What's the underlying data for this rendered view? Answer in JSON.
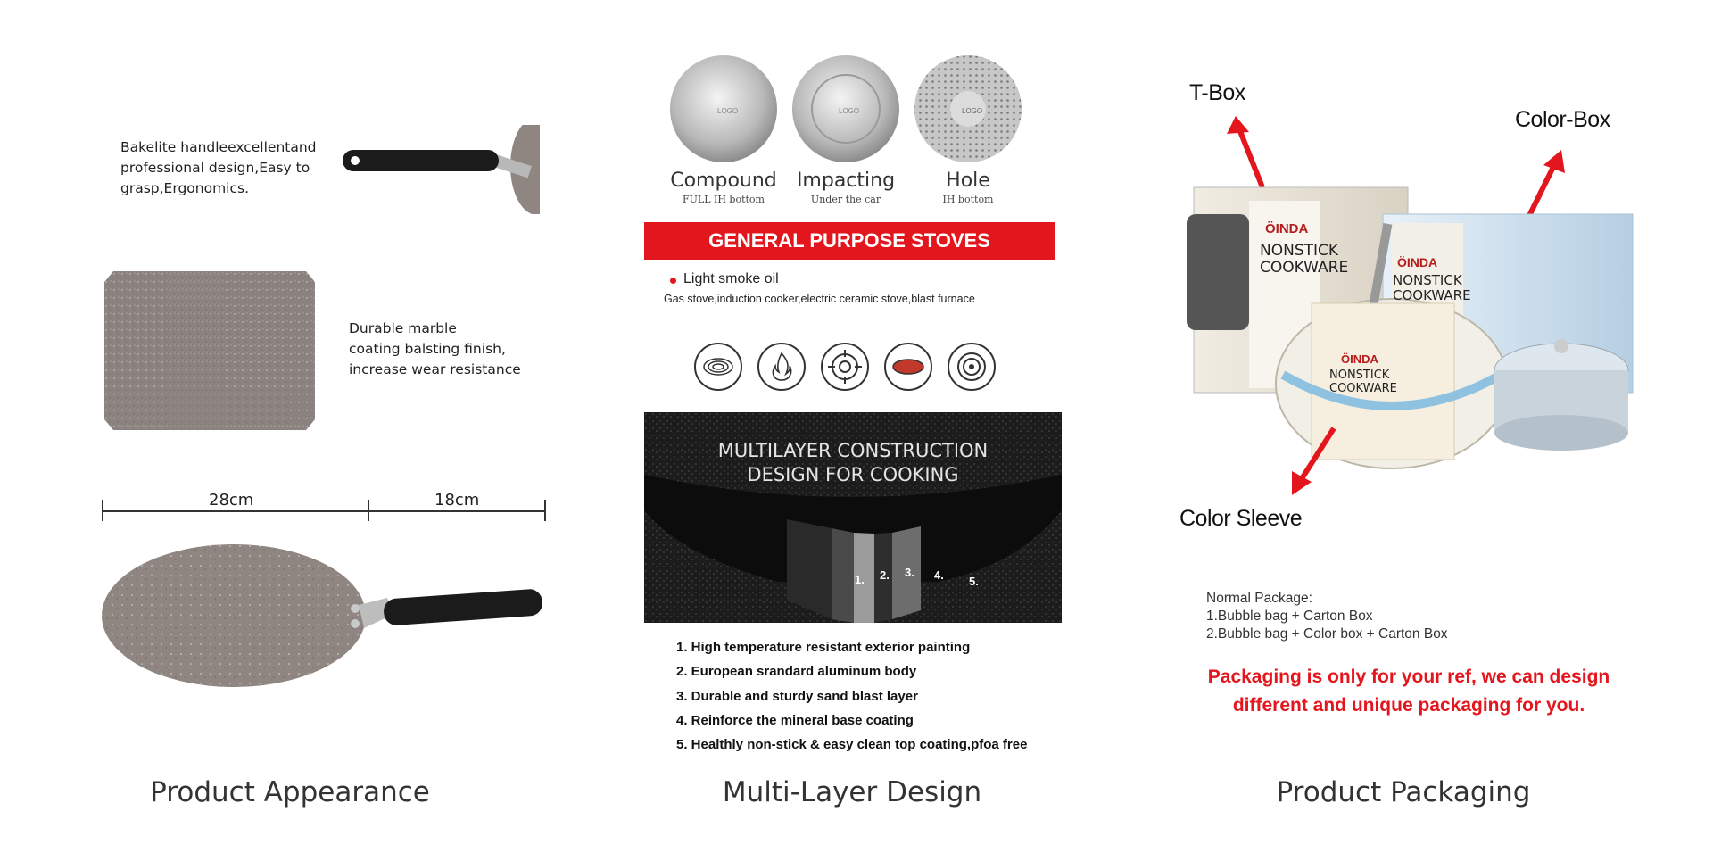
{
  "appearance": {
    "note_handle": [
      "Bakelite handleexcellentand",
      "professional design,Easy to",
      "grasp,Ergonomics."
    ],
    "note_coating": [
      "Durable marble",
      "coating balsting finish,",
      "increase wear resistance"
    ],
    "dim_left": "28cm",
    "dim_right": "18cm",
    "caption": "Product Appearance"
  },
  "multilayer": {
    "discs": [
      {
        "title": "Compound",
        "sub": "FULL IH bottom",
        "logo": "LOGO"
      },
      {
        "title": "Impacting",
        "sub": "Under the car",
        "logo": "LOGO"
      },
      {
        "title": "Hole",
        "sub": "IH bottom",
        "logo": "LOGO"
      }
    ],
    "banner": "GENERAL PURPOSE STOVES",
    "bullet": "Light smoke oil",
    "stoves": "Gas stove,induction cooker,electric ceramic stove,blast furnace",
    "stove_icons": [
      "coil-stove-icon",
      "flame-icon",
      "gas-burner-icon",
      "ceramic-plate-icon",
      "induction-icon"
    ],
    "construction_title": [
      "MULTILAYER CONSTRUCTION",
      "DESIGN FOR COOKING"
    ],
    "layer_numbers": [
      "1.",
      "2.",
      "3.",
      "4.",
      "5."
    ],
    "features": [
      "1. High temperature resistant exterior painting",
      "2. European srandard aluminum body",
      "3. Durable and sturdy sand blast layer",
      "4. Reinforce the mineral base coating",
      "5. Healthly non-stick & easy clean top coating,pfoa free"
    ],
    "caption": "Multi-Layer Design"
  },
  "packaging": {
    "label_tbox": "T-Box",
    "label_colorbox": "Color-Box",
    "label_sleeve": "Color Sleeve",
    "brand": "ÖINDA",
    "box_text": [
      "NONSTICK",
      "COOKWARE"
    ],
    "normal_title": "Normal Package:",
    "normal_items": [
      "1.Bubble bag + Carton Box",
      "2.Bubble bag + Color box + Carton Box"
    ],
    "ref_text": [
      "Packaging is only for your ref, we can design",
      "different and unique packaging for you."
    ],
    "caption": "Product Packaging"
  },
  "colors": {
    "accent_red": "#e4161d",
    "pan_taupe": "#8f8581",
    "handle_black": "#1b1b1b"
  }
}
